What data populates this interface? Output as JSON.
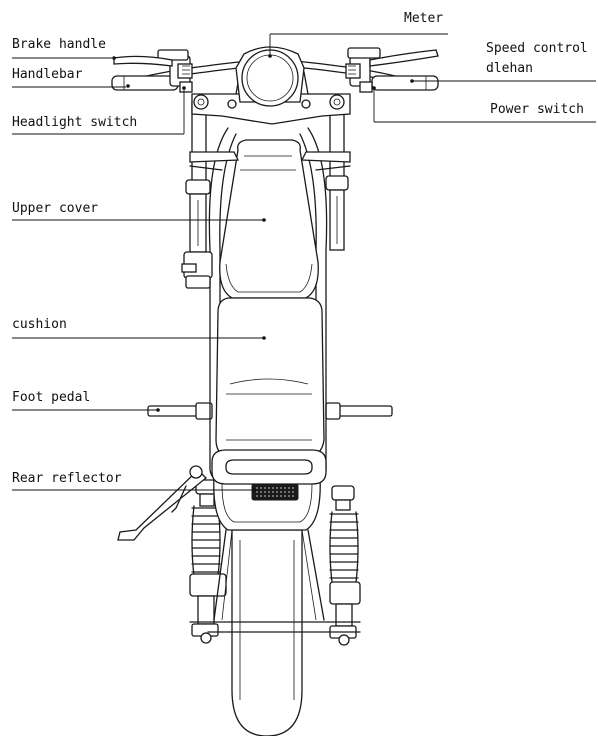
{
  "labels": {
    "meter": "Meter",
    "brake_handle": "Brake handle",
    "handlebar": "Handlebar",
    "headlight_switch": "Headlight switch",
    "speed_control_line1": "Speed control",
    "speed_control_line2": "dlehan",
    "power_switch": "Power switch",
    "upper_cover": "Upper cover",
    "cushion": "cushion",
    "foot_pedal": "Foot pedal",
    "rear_reflector": "Rear reflector"
  }
}
